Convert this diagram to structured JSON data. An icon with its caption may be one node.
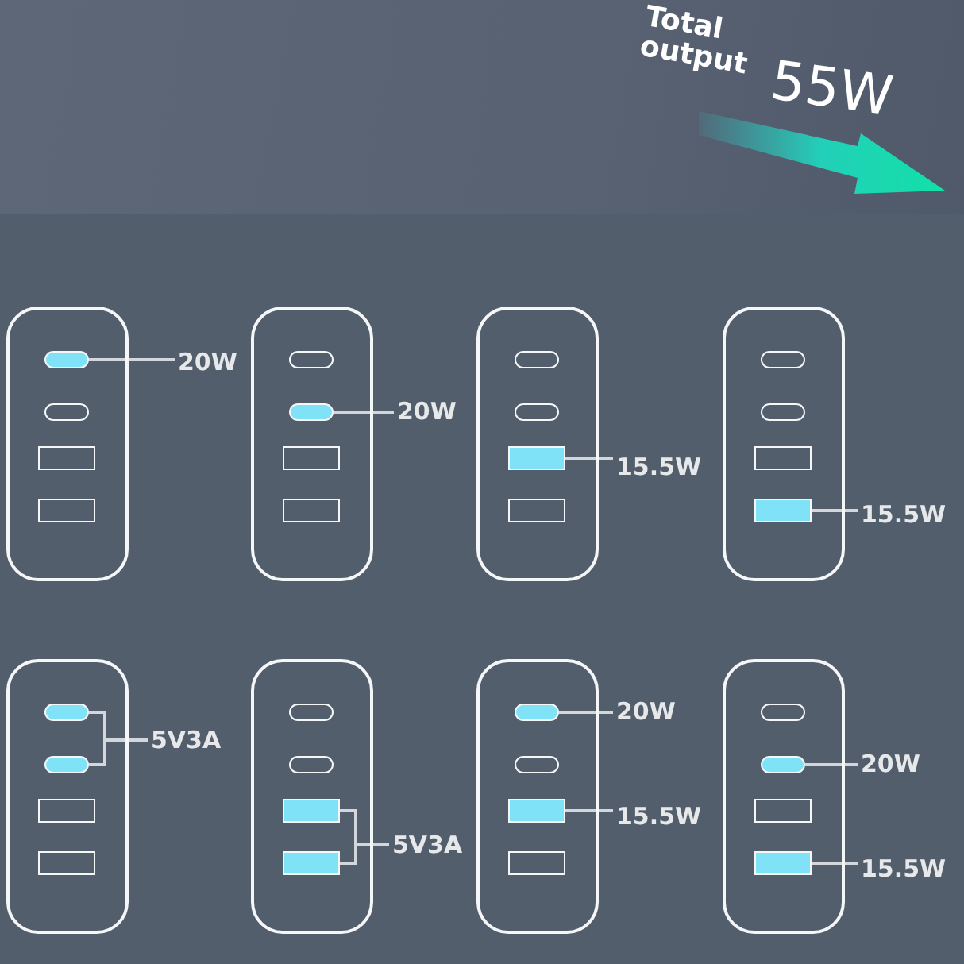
{
  "diagram": {
    "nodes": [
      {
        "text": [],
        "shape": "box"
      },
      {
        "text": [],
        "shape": "capsule",
        "in": 0
      },
      {
        "text": [],
        "shape": "capsule",
        "in": 0
      },
      {
        "text": [],
        "shape": "box",
        "in": 0
      },
      {
        "text": [],
        "shape": "box",
        "in": 0
      },
      {
        "text": [],
        "shape": "box"
      },
      {
        "text": [],
        "shape": "capsule",
        "in": 5
      },
      {
        "text": [],
        "shape": "capsule",
        "in": 5
      },
      {
        "text": [],
        "shape": "box",
        "in": 5
      },
      {
        "text": [],
        "shape": "box",
        "in": 5
      },
      {
        "text": [],
        "shape": "box"
      },
      {
        "text": [],
        "shape": "capsule",
        "in": 10
      },
      {
        "text": [],
        "shape": "capsule",
        "in": 10
      },
      {
        "text": [],
        "shape": "box",
        "in": 10
      },
      {
        "text": [],
        "shape": "box",
        "in": 10
      },
      {
        "text": [],
        "shape": "box"
      },
      {
        "text": [],
        "shape": "capsule",
        "in": 15
      },
      {
        "text": [],
        "shape": "capsule",
        "in": 15
      },
      {
        "text": [],
        "shape": "box",
        "in": 15
      },
      {
        "text": [],
        "shape": "box",
        "in": 15
      },
      {
        "text": [],
        "shape": "box"
      },
      {
        "text": [],
        "shape": "capsule",
        "in": 20
      },
      {
        "text": [],
        "shape": "capsule",
        "in": 20
      },
      {
        "text": [],
        "shape": "box",
        "in": 20
      },
      {
        "text": [],
        "shape": "box",
        "in": 20
      },
      {
        "text": [],
        "shape": "box"
      },
      {
        "text": [],
        "shape": "capsule",
        "in": 25
      },
      {
        "text": [],
        "shape": "capsule",
        "in": 25
      },
      {
        "text": [],
        "shape": "box",
        "in": 25
      },
      {
        "text": [],
        "shape": "box",
        "in": 25
      },
      {
        "text": [],
        "shape": "box"
      },
      {
        "text": [],
        "shape": "capsule",
        "in": 30
      },
      {
        "text": [],
        "shape": "capsule",
        "in": 30
      },
      {
        "text": [],
        "shape": "box",
        "in": 30
      },
      {
        "text": [],
        "shape": "box",
        "in": 30
      },
      {
        "text": [],
        "shape": "box"
      },
      {
        "text": [],
        "shape": "capsule",
        "in": 35
      },
      {
        "text": [],
        "shape": "capsule",
        "in": 35
      },
      {
        "text": [],
        "shape": "box",
        "in": 35
      },
      {
        "text": [],
        "shape": "box",
        "in": 35
      },
      {
        "text": [
          "20W"
        ]
      },
      {
        "text": [
          "20W"
        ]
      },
      {
        "text": [
          "15.5W"
        ]
      },
      {
        "text": [
          "15.5W"
        ]
      },
      {
        "text": [
          "5V3A"
        ]
      },
      {
        "text": [
          "5V3A"
        ]
      },
      {
        "text": [
          "20W"
        ]
      },
      {
        "text": [
          "15.5W"
        ]
      },
      {
        "text": [
          "20W"
        ]
      },
      {
        "text": [
          "15.5W"
        ]
      }
    ],
    "edges": [
      {
        "from": 40,
        "to": 1,
        "arrow": "none"
      },
      {
        "from": 41,
        "to": 7,
        "arrow": "none"
      },
      {
        "from": 42,
        "to": 13,
        "arrow": "none"
      },
      {
        "from": 43,
        "to": 19,
        "arrow": "none"
      },
      {
        "from": 44,
        "to": 21,
        "arrow": "none"
      },
      {
        "from": 44,
        "to": 22,
        "arrow": "none"
      },
      {
        "from": 45,
        "to": 28,
        "arrow": "none"
      },
      {
        "from": 45,
        "to": 29,
        "arrow": "none"
      },
      {
        "from": 46,
        "to": 31,
        "arrow": "none"
      },
      {
        "from": 47,
        "to": 33,
        "arrow": "none"
      },
      {
        "from": 48,
        "to": 37,
        "arrow": "none"
      },
      {
        "from": 49,
        "to": 39,
        "arrow": "none"
      }
    ],
    "labels": [
      "Total output",
      "55W"
    ]
  }
}
